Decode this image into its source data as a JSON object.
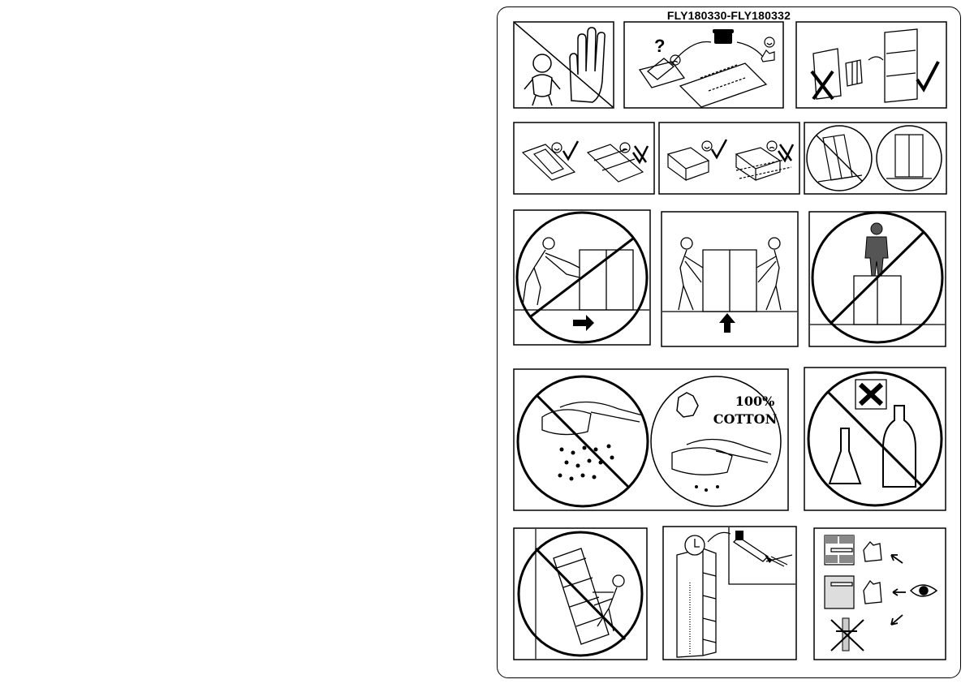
{
  "header": {
    "model_range": "FLY180330-FLY180332"
  },
  "panels": {
    "cotton_label": {
      "percent": "100%",
      "material": "COTTON"
    }
  }
}
